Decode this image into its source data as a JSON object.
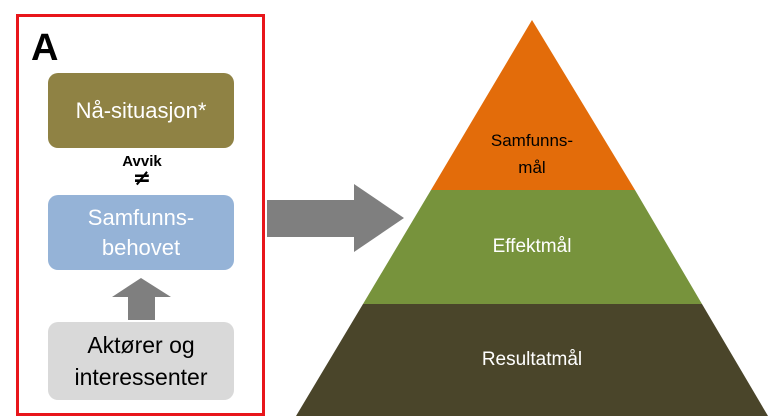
{
  "panel": {
    "letter": "A",
    "border_color": "#e8161b"
  },
  "boxes": {
    "current_situation": {
      "label": "Nå-situasjon*",
      "color": "#8f8244"
    },
    "deviation_label": "Avvik",
    "deviation_symbol": "≠",
    "societal_need": {
      "line1": "Samfunns-",
      "line2": "behovet",
      "color": "#95b3d7"
    },
    "actors": {
      "line1": "Aktører og",
      "line2": "interessenter",
      "color": "#d9d9d9"
    },
    "up_arrow_color": "#7f7f7f"
  },
  "right_arrow_color": "#7f7f7f",
  "pyramid": {
    "top": {
      "line1": "Samfunns-",
      "line2": "mål",
      "color": "#e36c0a"
    },
    "middle": {
      "label": "Effektmål",
      "color": "#77933c"
    },
    "bottom": {
      "label": "Resultatmål",
      "color": "#4a452a"
    }
  }
}
